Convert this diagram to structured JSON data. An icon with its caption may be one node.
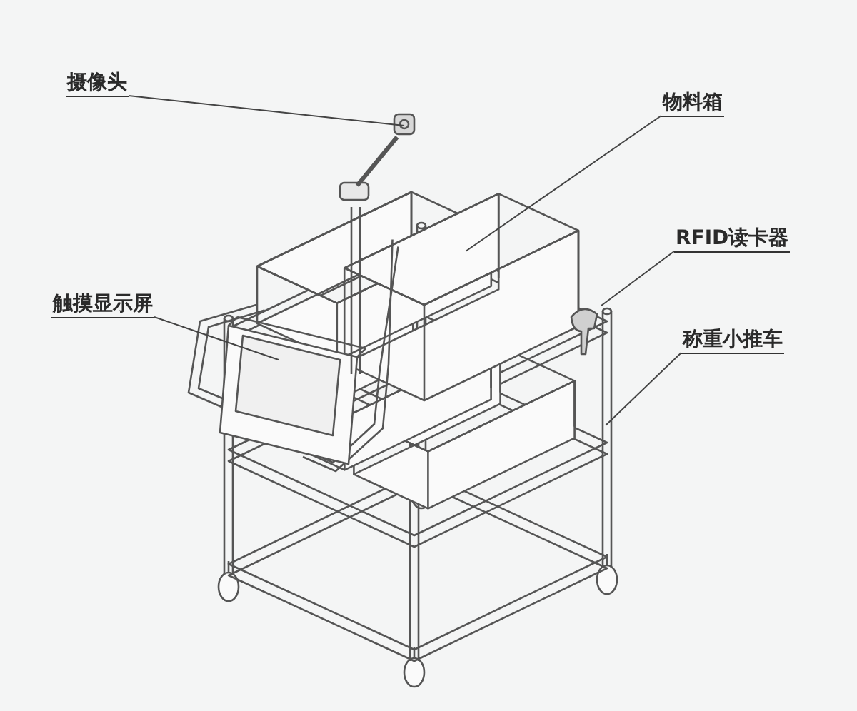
{
  "diagram": {
    "nodes": [
      {
        "text": [
          "摄像头"
        ]
      },
      {
        "text": [
          "物料箱"
        ]
      },
      {
        "text": [
          "RFID读卡器"
        ]
      },
      {
        "text": [
          "触摸显示屏"
        ]
      },
      {
        "text": [
          "称重小推车"
        ]
      }
    ],
    "edges": [
      {
        "from": 0,
        "to": null,
        "arrow": "none"
      },
      {
        "from": 1,
        "to": null,
        "arrow": "none"
      },
      {
        "from": 2,
        "to": null,
        "arrow": "none"
      },
      {
        "from": 3,
        "to": null,
        "arrow": "none"
      },
      {
        "from": 4,
        "to": null,
        "arrow": "none"
      }
    ]
  }
}
